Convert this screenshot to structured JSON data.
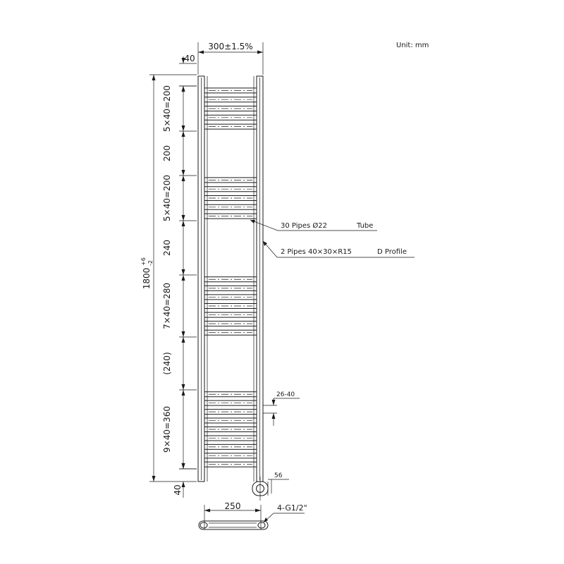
{
  "unit_note": "Unit: mm",
  "width_dim": "300±1.5%",
  "top_gap": "40",
  "bottom_gap": "40",
  "height_main": "1800",
  "height_tol_upper": "+6",
  "height_tol_lower": "-2",
  "segments": [
    {
      "label": "5×40=200",
      "group": "5 pipes"
    },
    {
      "label": "200",
      "group": "gap"
    },
    {
      "label": "5×40=200",
      "group": "5 pipes"
    },
    {
      "label": "240",
      "group": "gap"
    },
    {
      "label": "7×40=280",
      "group": "7 pipes"
    },
    {
      "label": "(240)",
      "group": "gap"
    },
    {
      "label": "9×40=360",
      "group": "9 pipes"
    }
  ],
  "callouts": {
    "pipes": {
      "text": "30 Pipes  Ø22",
      "shape": "Tube"
    },
    "profile": {
      "text": "2 Pipes  40×30×R15",
      "shape": "D Profile"
    }
  },
  "side_dim": "26-40",
  "valve_dim": "56",
  "plan_width": "250",
  "connection": "4-G1/2\""
}
